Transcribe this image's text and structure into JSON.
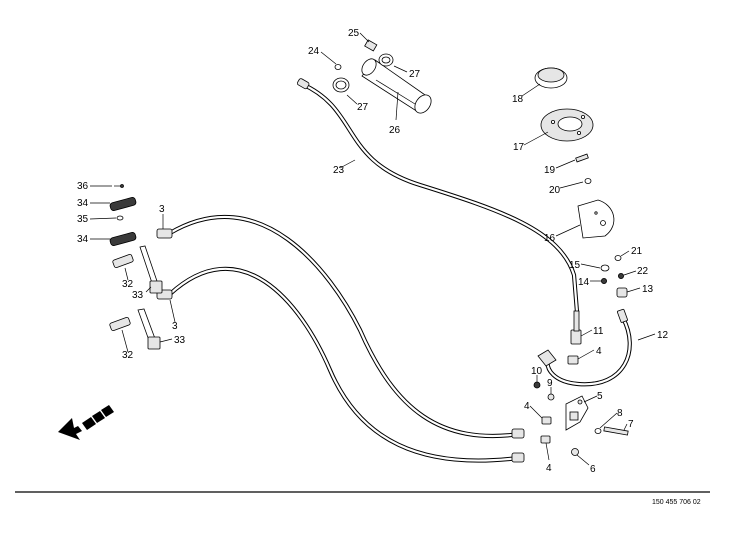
{
  "diagram": {
    "document_number": "150 455 706 02",
    "callouts": {
      "c1": "24",
      "c2": "25",
      "c3": "27",
      "c4": "27",
      "c5": "26",
      "c6": "18",
      "c7": "17",
      "c8": "23",
      "c9": "19",
      "c10": "20",
      "c11": "36",
      "c12": "34",
      "c13": "35",
      "c14": "34",
      "c15": "3",
      "c16": "32",
      "c17": "33",
      "c18": "3",
      "c19": "32",
      "c20": "33",
      "c21": "16",
      "c22": "15",
      "c23": "21",
      "c24": "14",
      "c25": "22",
      "c26": "13",
      "c27": "11",
      "c28": "12",
      "c29": "4",
      "c30": "10",
      "c31": "9",
      "c32": "5",
      "c33": "4",
      "c34": "8",
      "c35": "7",
      "c36": "4",
      "c37": "6"
    }
  }
}
